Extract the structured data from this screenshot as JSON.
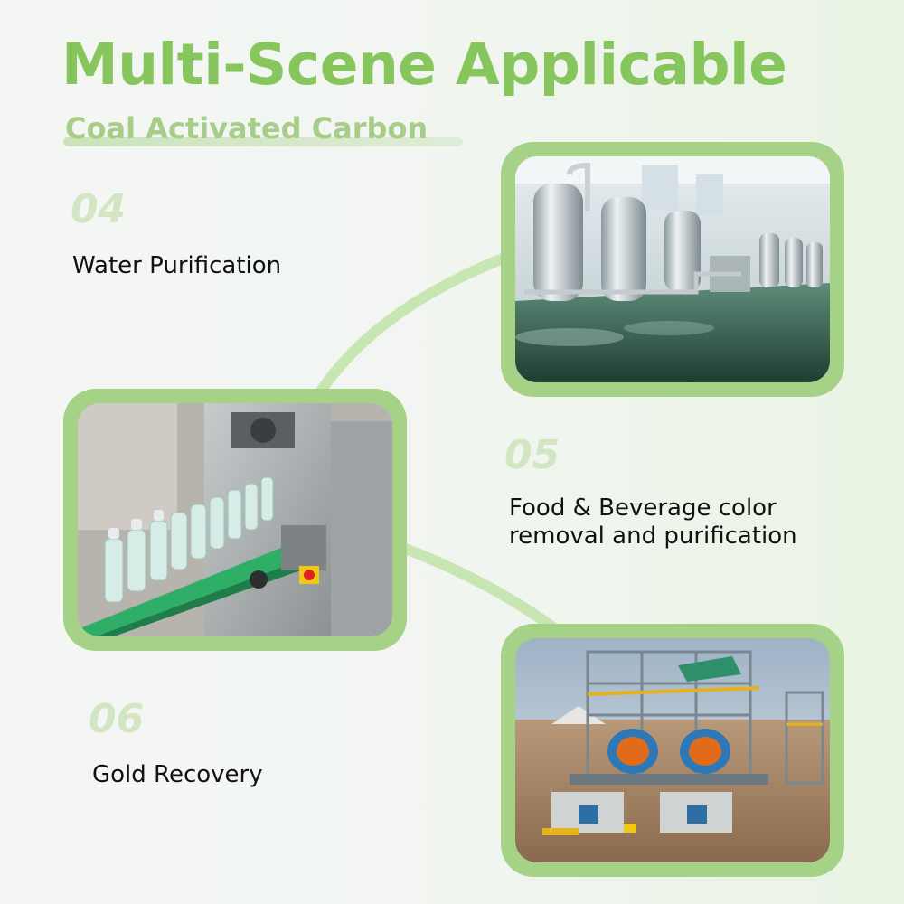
{
  "header": {
    "title": "Multi-Scene Applicable",
    "subtitle": "Coal Activated Carbon"
  },
  "scenes": [
    {
      "number": "04",
      "label": "Water Purification",
      "image": "water-treatment-plant-photo"
    },
    {
      "number": "05",
      "label_line1": "Food & Beverage color",
      "label_line2": "removal and purification",
      "image": "bottling-line-photo"
    },
    {
      "number": "06",
      "label": "Gold Recovery",
      "image": "gold-mining-plant-photo"
    }
  ],
  "colors": {
    "title_green": "#86c65d",
    "frame_green": "#a6d288",
    "connector_green": "#c8e6b2",
    "number_green": "#d3e6c3"
  }
}
